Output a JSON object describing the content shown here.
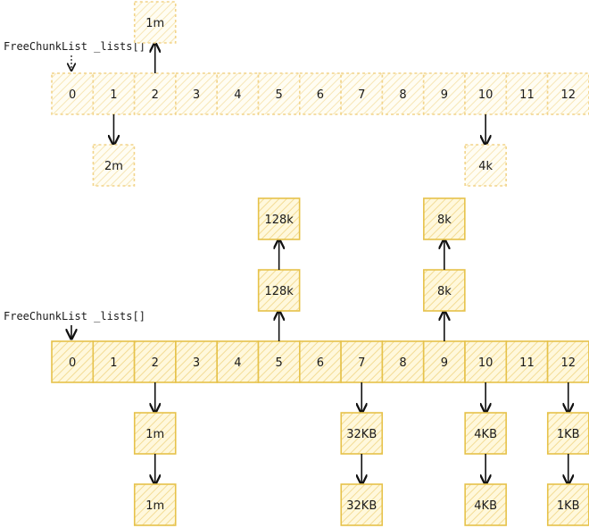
{
  "top_diagram": {
    "label": "FreeChunkList _lists[]",
    "cells": [
      "0",
      "1",
      "2",
      "3",
      "4",
      "5",
      "6",
      "7",
      "8",
      "9",
      "10",
      "11",
      "12"
    ],
    "chains": [
      {
        "index": 2,
        "direction": "up",
        "nodes": [
          "1m"
        ]
      },
      {
        "index": 1,
        "direction": "down",
        "nodes": [
          "2m"
        ]
      },
      {
        "index": 10,
        "direction": "down",
        "nodes": [
          "4k"
        ]
      }
    ]
  },
  "bottom_diagram": {
    "label": "FreeChunkList _lists[]",
    "cells": [
      "0",
      "1",
      "2",
      "3",
      "4",
      "5",
      "6",
      "7",
      "8",
      "9",
      "10",
      "11",
      "12"
    ],
    "chains": [
      {
        "index": 5,
        "direction": "up",
        "nodes": [
          "128k",
          "128k"
        ]
      },
      {
        "index": 9,
        "direction": "up",
        "nodes": [
          "8k",
          "8k"
        ]
      },
      {
        "index": 2,
        "direction": "down",
        "nodes": [
          "1m",
          "1m"
        ]
      },
      {
        "index": 7,
        "direction": "down",
        "nodes": [
          "32KB",
          "32KB"
        ]
      },
      {
        "index": 10,
        "direction": "down",
        "nodes": [
          "4KB",
          "4KB"
        ]
      },
      {
        "index": 12,
        "direction": "down",
        "nodes": [
          "1KB",
          "1KB"
        ]
      }
    ]
  }
}
